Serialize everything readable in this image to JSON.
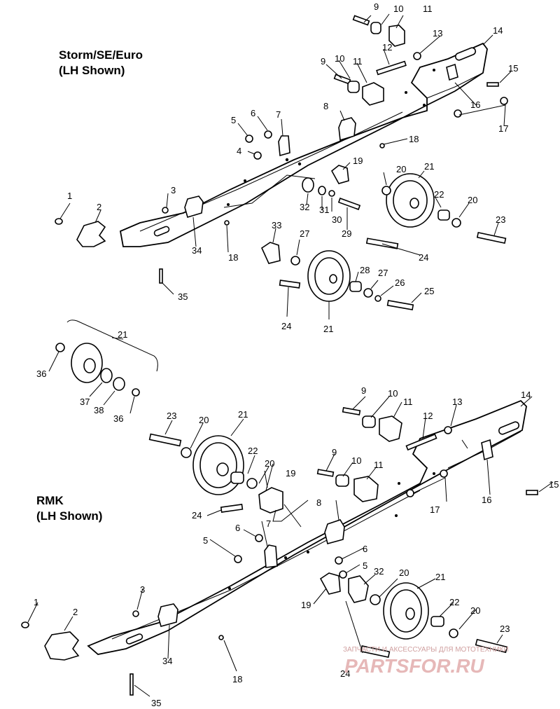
{
  "diagram": {
    "title_top_line1": "Storm/SE/Euro",
    "title_top_line2": "(LH Shown)",
    "title_bottom_line1": "RMK",
    "title_bottom_line2": "(LH Shown)",
    "watermark_line1": "ЗАПЧАСТИ И АКСЕССУАРЫ ДЛЯ МОТОТЕХНИКИ",
    "watermark_line2": "PARTSFOR.RU",
    "labels_top": [
      "9",
      "10",
      "11",
      "13",
      "14",
      "12",
      "9",
      "10",
      "11",
      "15",
      "16",
      "17",
      "8",
      "6",
      "7",
      "5",
      "18",
      "4",
      "19",
      "20",
      "21",
      "3",
      "22",
      "20",
      "1",
      "32",
      "31",
      "30",
      "29",
      "2",
      "23",
      "34",
      "33",
      "27",
      "18",
      "24",
      "28",
      "27",
      "26",
      "25",
      "35",
      "24",
      "21"
    ],
    "labels_inset": [
      "21",
      "36",
      "37",
      "38",
      "36"
    ],
    "labels_bottom": [
      "9",
      "10",
      "11",
      "13",
      "14",
      "12",
      "23",
      "20",
      "21",
      "9",
      "10",
      "22",
      "11",
      "15",
      "20",
      "19",
      "16",
      "17",
      "24",
      "8",
      "7",
      "6",
      "6",
      "5",
      "5",
      "32",
      "20",
      "21",
      "3",
      "19",
      "1",
      "22",
      "20",
      "2",
      "23",
      "34",
      "24",
      "18",
      "35"
    ]
  }
}
